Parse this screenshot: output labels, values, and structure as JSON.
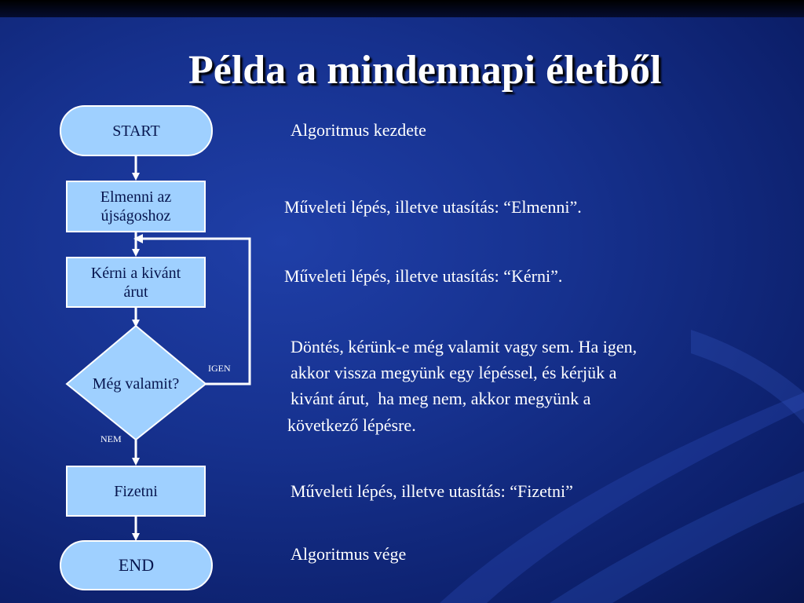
{
  "title": "Példa a mindennapi életből",
  "flowchart": {
    "start": "START",
    "step1": "Elmenni az újságoshoz",
    "step2": "Kérni a kivánt árut",
    "decision": "Még valamit?",
    "yes_label": "IGEN",
    "no_label": "NEM",
    "step3": "Fizetni",
    "end": "END"
  },
  "descriptions": {
    "start": "Algoritmus kezdete",
    "step1": "Műveleti lépés, illetve utasítás: “Elmenni”.",
    "step2": "Műveleti lépés, illetve utasítás: “Kérni”.",
    "decision_line1": "Döntés, kérünk-e még valamit vagy sem. Ha igen,",
    "decision_line2": "akkor vissza megyünk egy lépéssel, és kérjük a",
    "decision_line3": "kivánt árut,  ha meg nem, akkor megyünk a",
    "decision_line4": "következő lépésre.",
    "step3": "Műveleti lépés, illetve utasítás: “Fizetni”",
    "end": "Algoritmus vége"
  },
  "colors": {
    "node_fill": "#9fd0ff",
    "background": "#16318e",
    "text": "#ffffff"
  }
}
